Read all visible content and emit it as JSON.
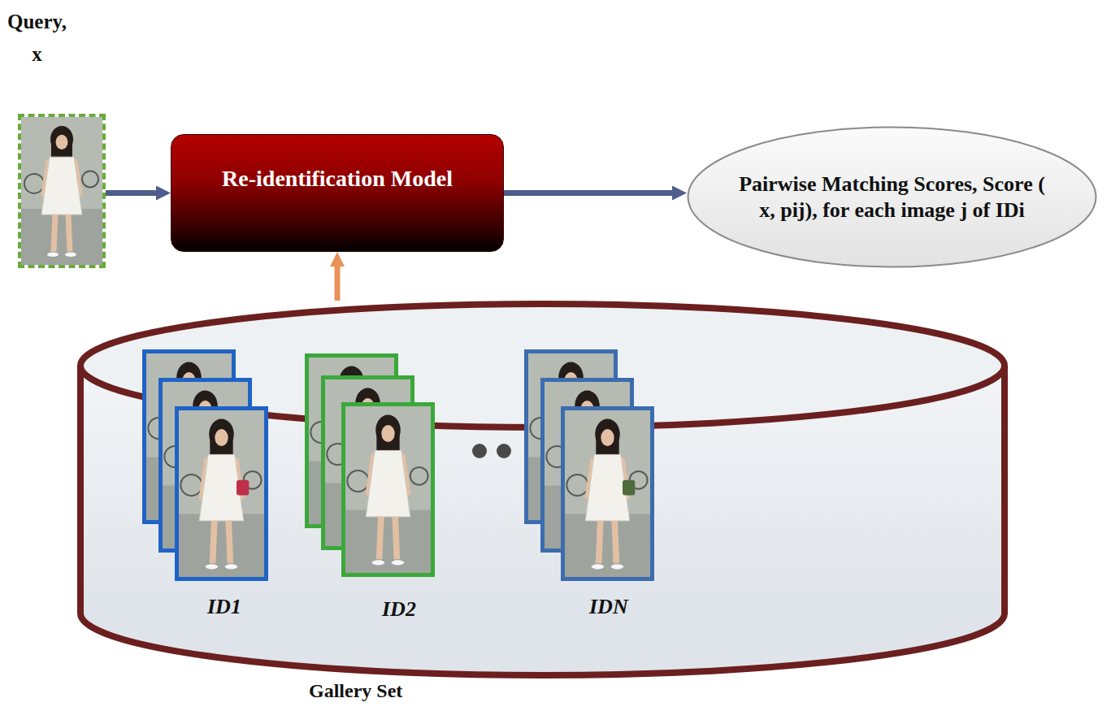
{
  "diagram": {
    "nodes": [
      {
        "text": [
          "Query, x"
        ]
      },
      {
        "text": [
          "Re-identification Model"
        ]
      },
      {
        "text": [
          "Pairwise Matching Scores, Score ( x, pij), for each image j of IDi"
        ]
      },
      {
        "text": [
          "Gallery Set"
        ]
      },
      {
        "text": [
          "ID1"
        ],
        "in": 3
      },
      {
        "text": [
          "ID2"
        ],
        "in": 3
      },
      {
        "text": [
          "IDN"
        ],
        "in": 3
      }
    ],
    "edges": [
      {
        "from": 0,
        "to": 1,
        "arrow": "to"
      },
      {
        "from": 1,
        "to": 2,
        "arrow": "to"
      },
      {
        "from": 3,
        "to": 1,
        "arrow": "to"
      }
    ]
  }
}
